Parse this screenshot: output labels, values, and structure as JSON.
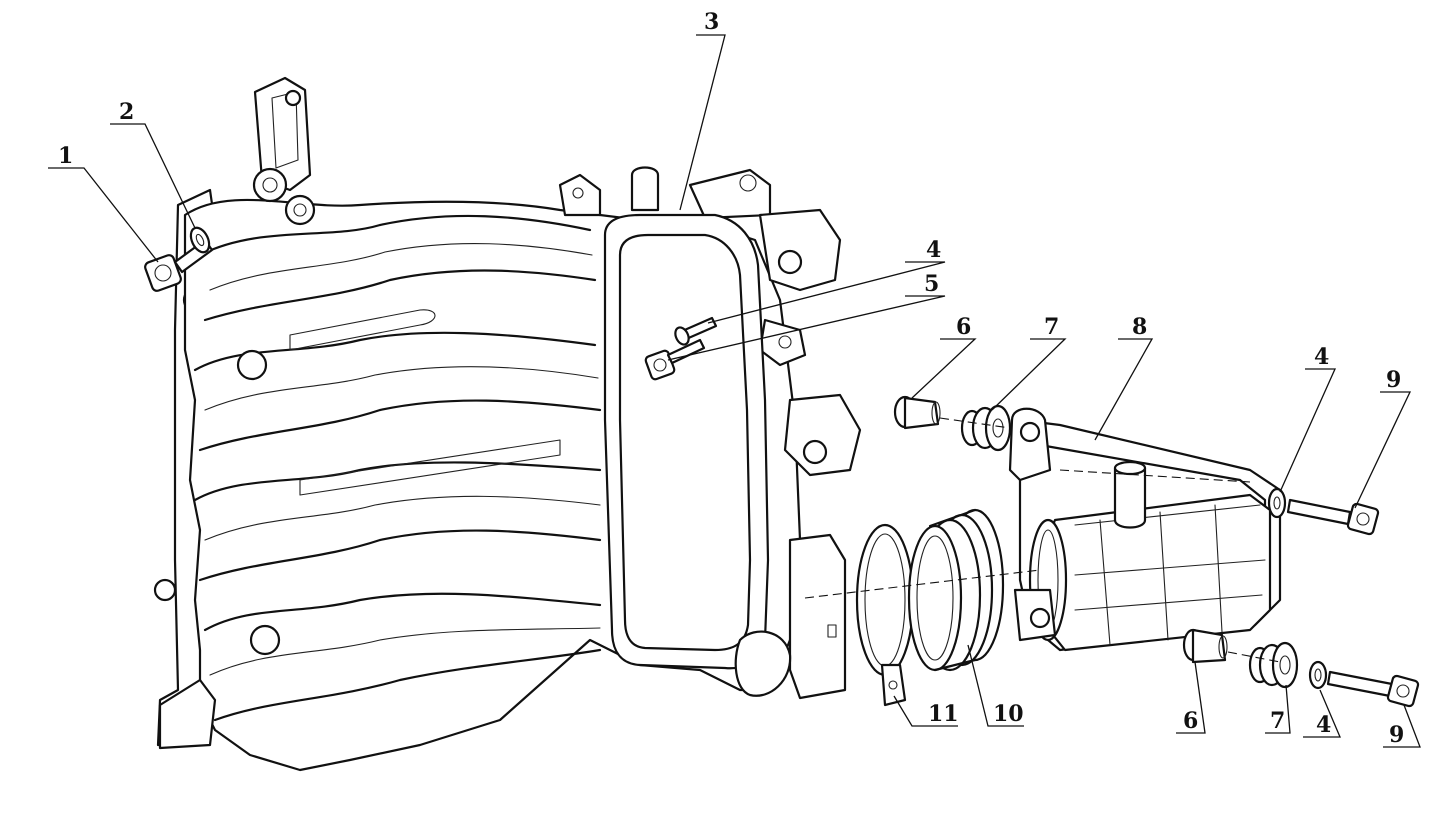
{
  "callouts": [
    {
      "id": "c1",
      "label": "1"
    },
    {
      "id": "c2",
      "label": "2"
    },
    {
      "id": "c3",
      "label": "3"
    },
    {
      "id": "c4a",
      "label": "4"
    },
    {
      "id": "c5",
      "label": "5"
    },
    {
      "id": "c6a",
      "label": "6"
    },
    {
      "id": "c7a",
      "label": "7"
    },
    {
      "id": "c8",
      "label": "8"
    },
    {
      "id": "c4b",
      "label": "4"
    },
    {
      "id": "c9a",
      "label": "9"
    },
    {
      "id": "c11",
      "label": "11"
    },
    {
      "id": "c10",
      "label": "10"
    },
    {
      "id": "c6b",
      "label": "6"
    },
    {
      "id": "c7b",
      "label": "7"
    },
    {
      "id": "c4c",
      "label": "4"
    },
    {
      "id": "c9b",
      "label": "9"
    }
  ]
}
